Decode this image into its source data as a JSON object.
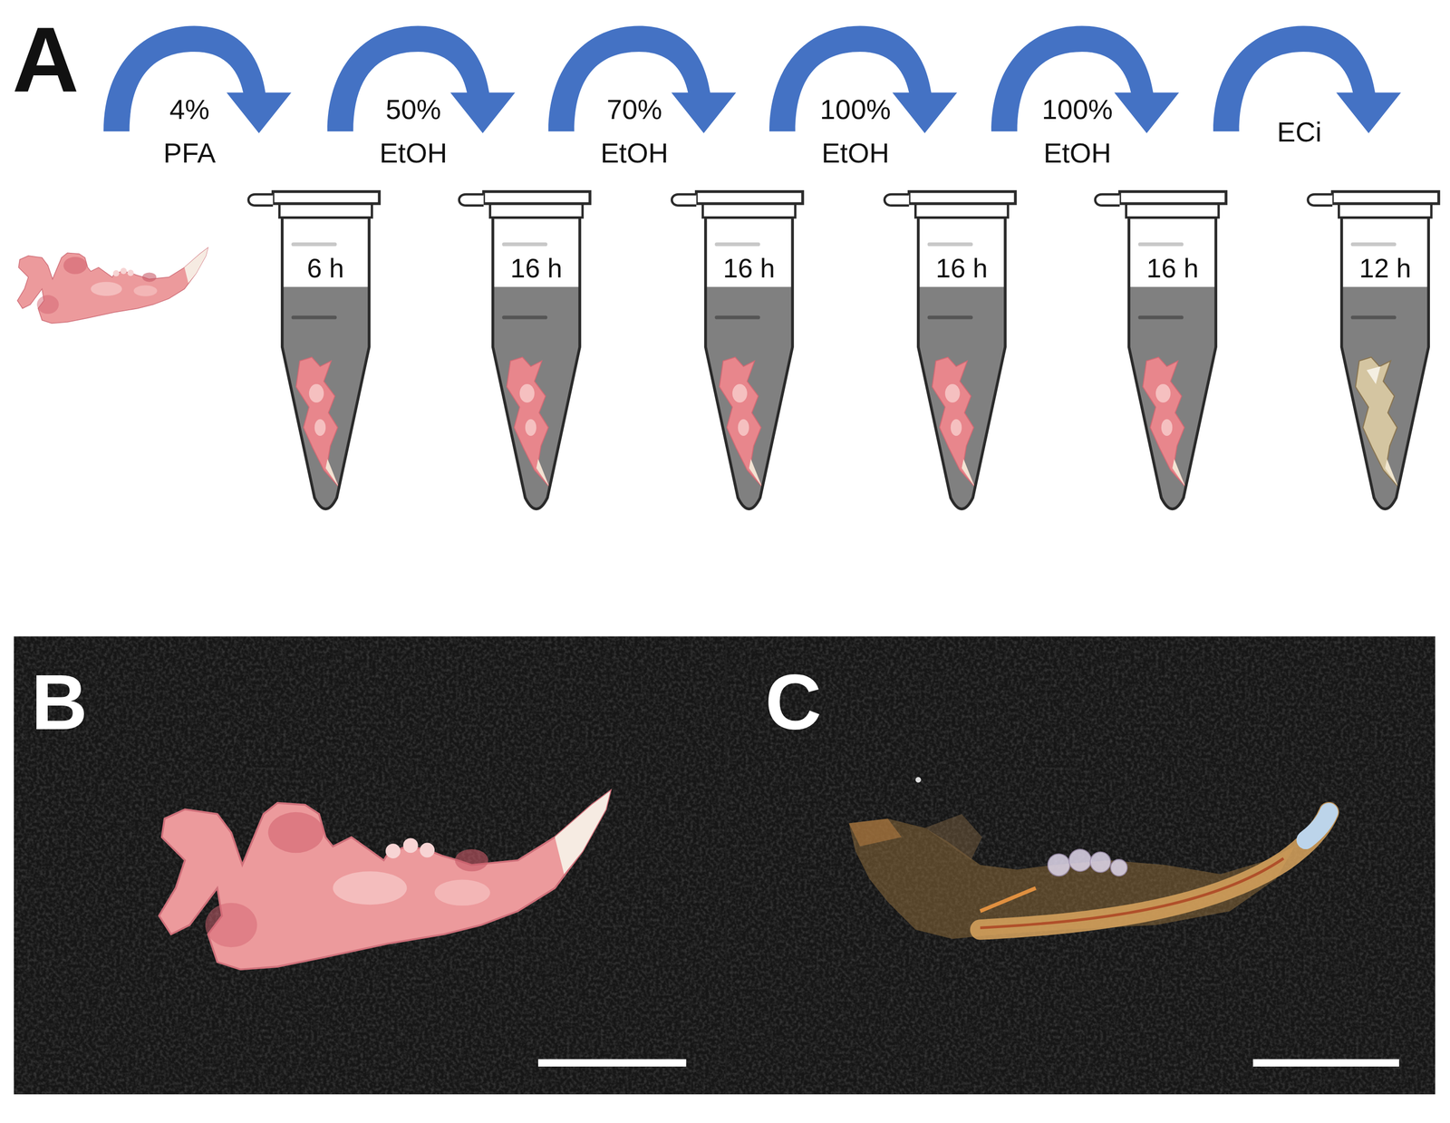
{
  "diagram": {
    "nodes": [
      {
        "text": [
          "6 h"
        ]
      },
      {
        "text": [
          "16 h"
        ]
      },
      {
        "text": [
          "16 h"
        ]
      },
      {
        "text": [
          "16 h"
        ]
      },
      {
        "text": [
          "16 h"
        ]
      },
      {
        "text": [
          "12 h"
        ]
      }
    ],
    "labels": [
      "A",
      "4% PFA",
      "50% EtOH",
      "70% EtOH",
      "100% EtOH",
      "100% EtOH",
      "ECi",
      "B",
      "C"
    ]
  }
}
